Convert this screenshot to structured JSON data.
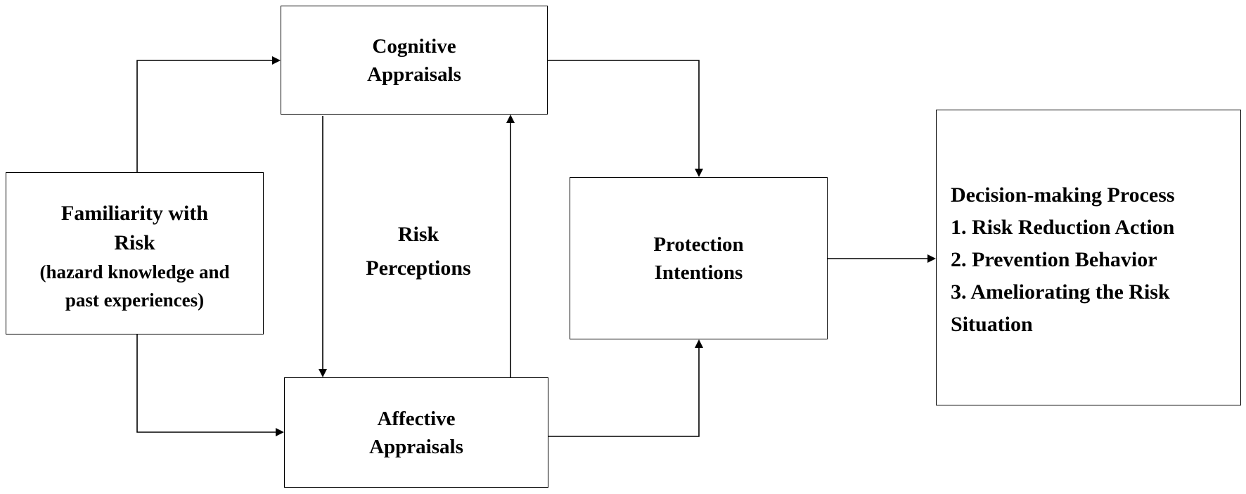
{
  "nodes": {
    "familiarity": {
      "title_line1": "Familiarity with",
      "title_line2": "Risk",
      "detail_line1": "(hazard knowledge and",
      "detail_line2": "past experiences)"
    },
    "cognitive": {
      "line1": "Cognitive",
      "line2": "Appraisals"
    },
    "affective": {
      "line1": "Affective",
      "line2": "Appraisals"
    },
    "protection": {
      "line1": "Protection",
      "line2": "Intentions"
    },
    "decision": {
      "heading": "Decision-making Process",
      "items": [
        "1. Risk Reduction Action",
        "2. Prevention Behavior",
        "3. Ameliorating the Risk"
      ],
      "item3_continued": "Situation"
    }
  },
  "labels": {
    "risk_perceptions": {
      "line1": "Risk",
      "line2": "Perceptions"
    }
  },
  "edges": [
    {
      "from": "familiarity",
      "to": "cognitive"
    },
    {
      "from": "familiarity",
      "to": "affective"
    },
    {
      "from": "cognitive",
      "to": "affective"
    },
    {
      "from": "affective",
      "to": "cognitive"
    },
    {
      "from": "cognitive",
      "to": "protection"
    },
    {
      "from": "affective",
      "to": "protection"
    },
    {
      "from": "protection",
      "to": "decision"
    }
  ],
  "colors": {
    "stroke": "#000000",
    "background": "#ffffff"
  }
}
